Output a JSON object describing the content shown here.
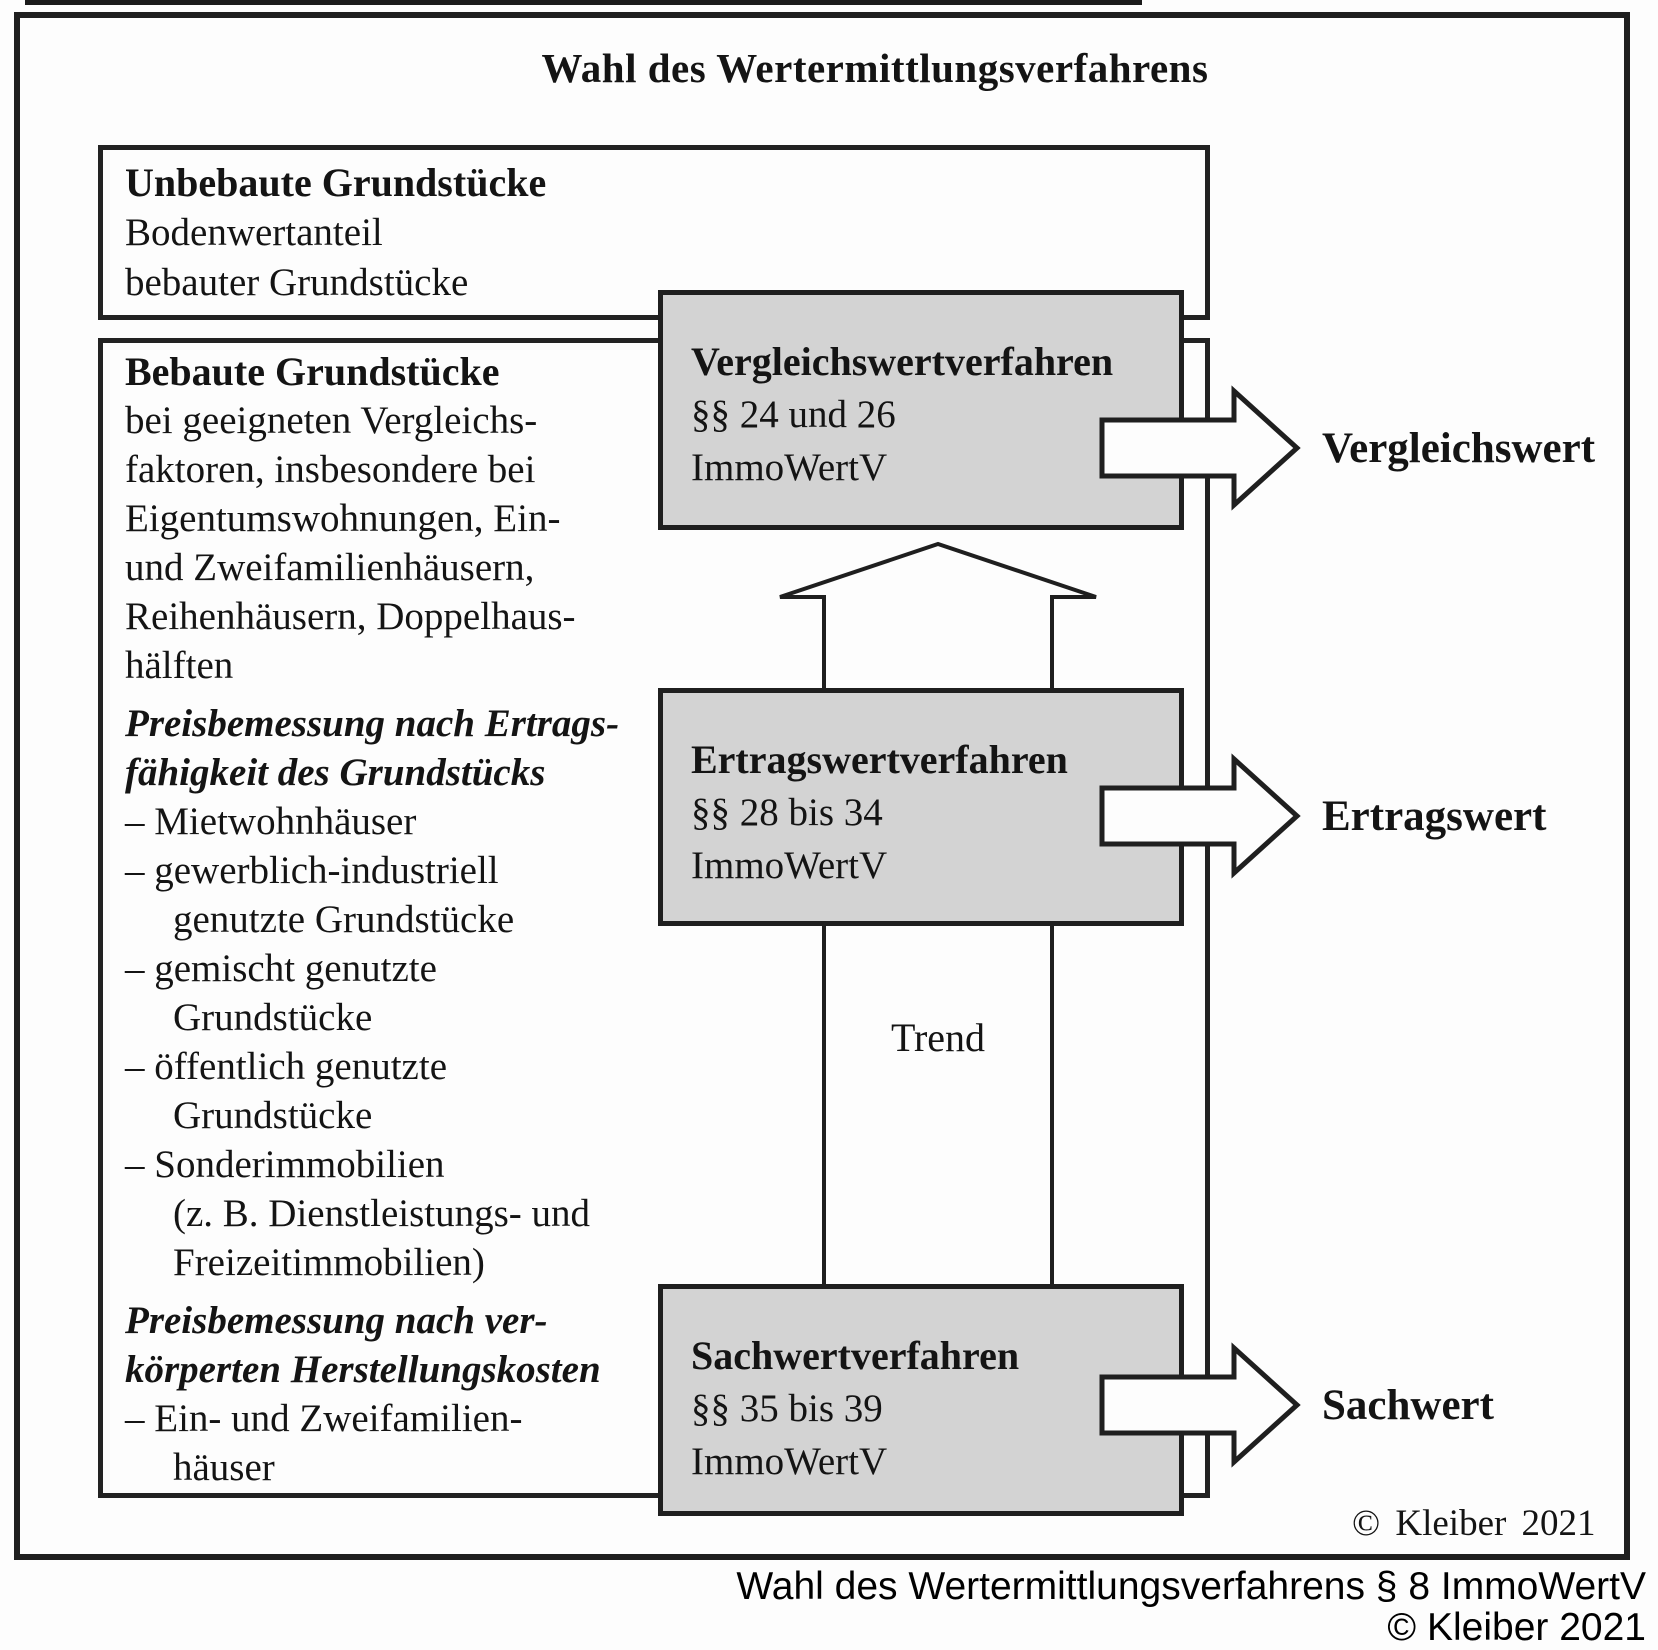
{
  "title": "Wahl des Wertermittlungsverfahrens",
  "unbebaute_box": {
    "heading": "Unbebaute Grundstücke",
    "lines": [
      "Bodenwertanteil",
      "bebauter Grundstücke"
    ]
  },
  "bebaute_box": {
    "lines": [
      "Bebaute Grundstücke",
      "bei geeigneten Vergleichs-",
      "faktoren, insbesondere bei",
      "Eigentumswohnungen, Ein-",
      "und Zweifamilienhäusern,",
      "Reihenhäusern, Doppelhaus-",
      "hälften",
      "Preisbemessung nach Ertrags-",
      "fähigkeit des Grundstücks",
      "– Mietwohnhäuser",
      "– gewerblich-industriell",
      "genutzte Grundstücke",
      "– gemischt genutzte",
      "Grundstücke",
      "– öffentlich genutzte",
      "Grundstücke",
      "– Sonderimmobilien",
      "(z. B. Dienstleistungs- und",
      "Freizeitimmobilien)",
      "Preisbemessung nach ver-",
      "körperten Herstellungskosten",
      "– Ein- und Zweifamilien-",
      "häuser"
    ]
  },
  "methods": [
    {
      "name": "Vergleichswertverfahren",
      "paragraphs": "§§ 24 und 26",
      "law": "ImmoWertV",
      "result": "Vergleichswert"
    },
    {
      "name": "Ertragswertverfahren",
      "paragraphs": "§§ 28 bis 34",
      "law": "ImmoWertV",
      "result": "Ertragswert"
    },
    {
      "name": "Sachwertverfahren",
      "paragraphs": "§§ 35 bis 39",
      "law": "ImmoWertV",
      "result": "Sachwert"
    }
  ],
  "trend_label": "Trend",
  "copyright_inner": "© Kleiber 2021",
  "caption": {
    "line1": "Wahl des Wertermittlungsverfahrens § 8 ImmoWertV",
    "line2": "© Kleiber 2021"
  },
  "colors": {
    "box_fill": "#d3d3d3",
    "border": "#1f1f1f",
    "background": "#fdfdfd"
  }
}
